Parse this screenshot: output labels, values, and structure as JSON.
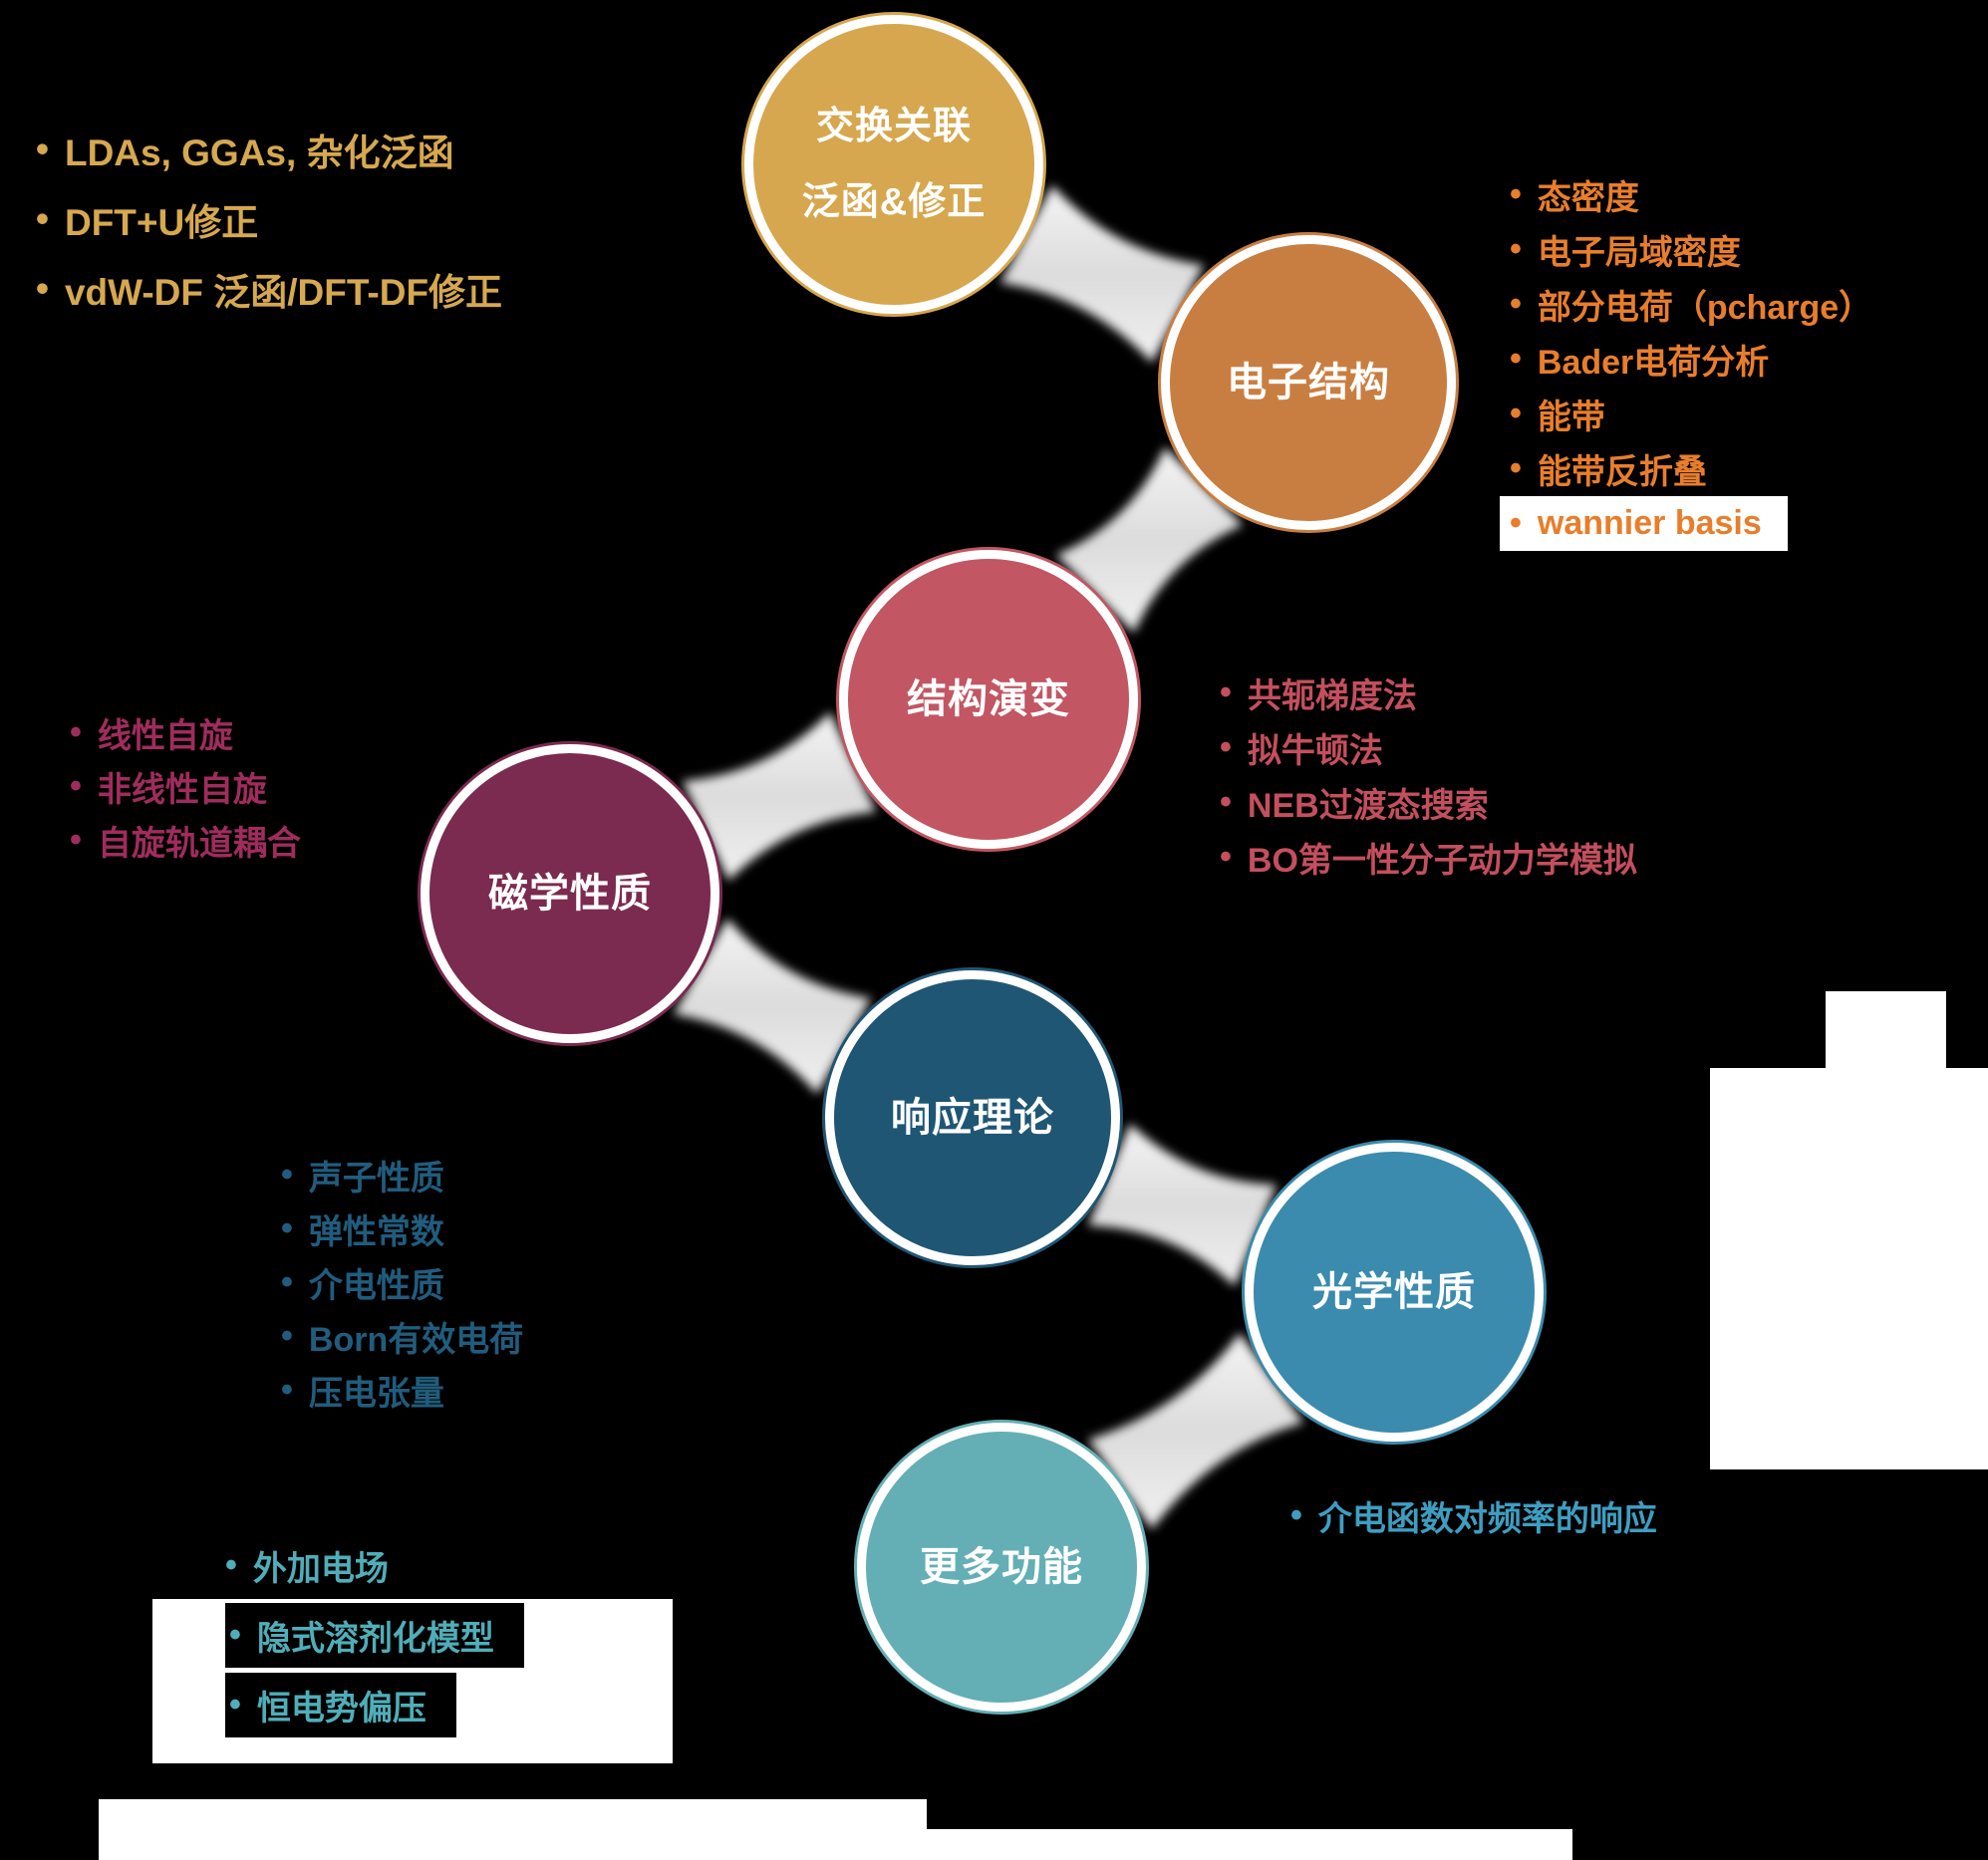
{
  "ui": {
    "bullet": "•"
  },
  "nodes": [
    {
      "name": "exchange-correlation",
      "lines": [
        "交换关联",
        "泛函&修正"
      ],
      "color": "#D6A74E"
    },
    {
      "name": "electronic-structure",
      "label": "电子结构",
      "color": "#C97E41"
    },
    {
      "name": "structure-evolution",
      "label": "结构演变",
      "color": "#C25663"
    },
    {
      "name": "magnetic-properties",
      "label": "磁学性质",
      "color": "#7B2A50"
    },
    {
      "name": "response-theory",
      "label": "响应理论",
      "color": "#1F5674"
    },
    {
      "name": "optical-properties",
      "label": "光学性质",
      "color": "#3A8BAD"
    },
    {
      "name": "more-features",
      "label": "更多功能",
      "color": "#63AFB5"
    }
  ],
  "lists": {
    "exchange_correlation": {
      "color": "#D6A84F",
      "items": [
        "LDAs, GGAs, 杂化泛函",
        "DFT+U修正",
        "vdW-DF 泛函/DFT-DF修正"
      ]
    },
    "electronic_structure": {
      "color": "#E87E2C",
      "items": [
        "态密度",
        "电子局域密度",
        "部分电荷（pcharge）",
        "Bader电荷分析",
        "能带",
        "能带反折叠",
        "wannier basis"
      ],
      "highlighted_item": "wannier basis"
    },
    "structure_evolution": {
      "color": "#C44F5E",
      "items": [
        "共轭梯度法",
        "拟牛顿法",
        "NEB过渡态搜索",
        "BO第一性分子动力学模拟"
      ]
    },
    "magnetic_properties": {
      "color": "#A02C5E",
      "items": [
        "线性自旋",
        "非线性自旋",
        "自旋轨道耦合"
      ]
    },
    "response_theory": {
      "color": "#215C7D",
      "items": [
        "声子性质",
        "弹性常数",
        "介电性质",
        "Born有效电荷",
        "压电张量"
      ]
    },
    "optical_properties": {
      "color": "#3E9EC1",
      "items": [
        "介电函数对频率的响应"
      ]
    },
    "more_features": {
      "color": "#4FAEB9",
      "items": [
        "外加电场",
        "隐式溶剂化模型",
        "恒电势偏压"
      ],
      "dark_chip_items": [
        "隐式溶剂化模型",
        "恒电势偏压"
      ]
    }
  }
}
